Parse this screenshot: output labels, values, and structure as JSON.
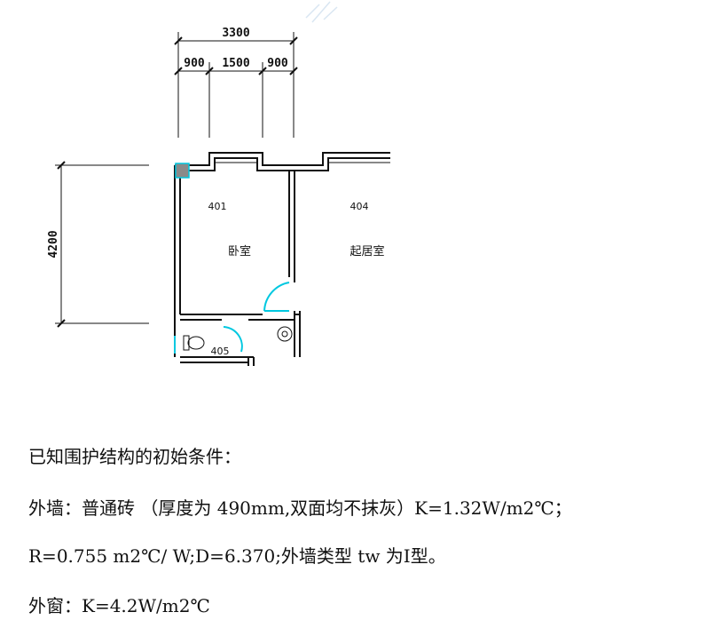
{
  "plan": {
    "dim_total": "3300",
    "dim_parts": [
      "900",
      "1500",
      "900"
    ],
    "dim_height": "4200",
    "rooms": [
      {
        "number": "401",
        "name": "卧室"
      },
      {
        "number": "404",
        "name": "起居室"
      },
      {
        "number": "405",
        "name": ""
      }
    ]
  },
  "text": {
    "line1": "已知围护结构的初始条件：",
    "line2": "外墙：普通砖  （厚度为 490mm,双面均不抹灰）K=1.32W/m2℃；",
    "line3": "R=0.755 m2℃/ W;D=6.370;外墙类型 tw 为Ⅰ型。",
    "line4": "外窗：K=4.2W/m2℃"
  }
}
